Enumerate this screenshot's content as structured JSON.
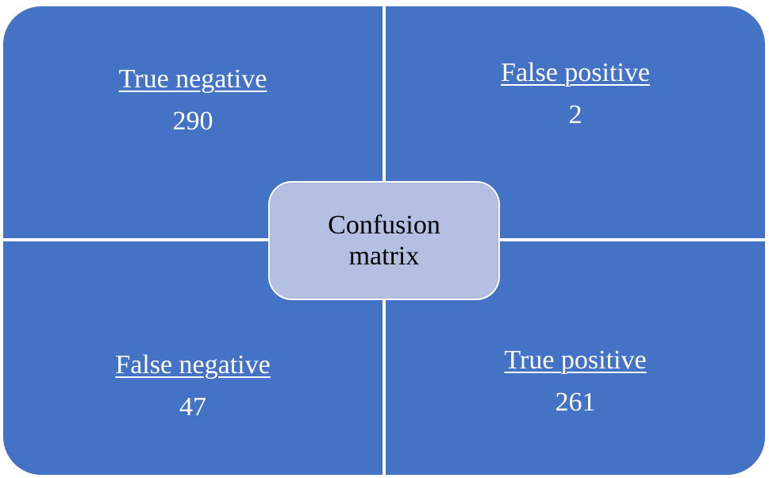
{
  "colors": {
    "quadrant_fill": "#4472c4",
    "center_fill": "#b4bfe2",
    "divider": "#ffffff"
  },
  "center": {
    "line1": "Confusion",
    "line2": "matrix"
  },
  "quadrants": [
    {
      "label": "True negative",
      "value": "290"
    },
    {
      "label": "False positive",
      "value": "2"
    },
    {
      "label": "False negative",
      "value": "47"
    },
    {
      "label": "True positive",
      "value": "261"
    }
  ]
}
